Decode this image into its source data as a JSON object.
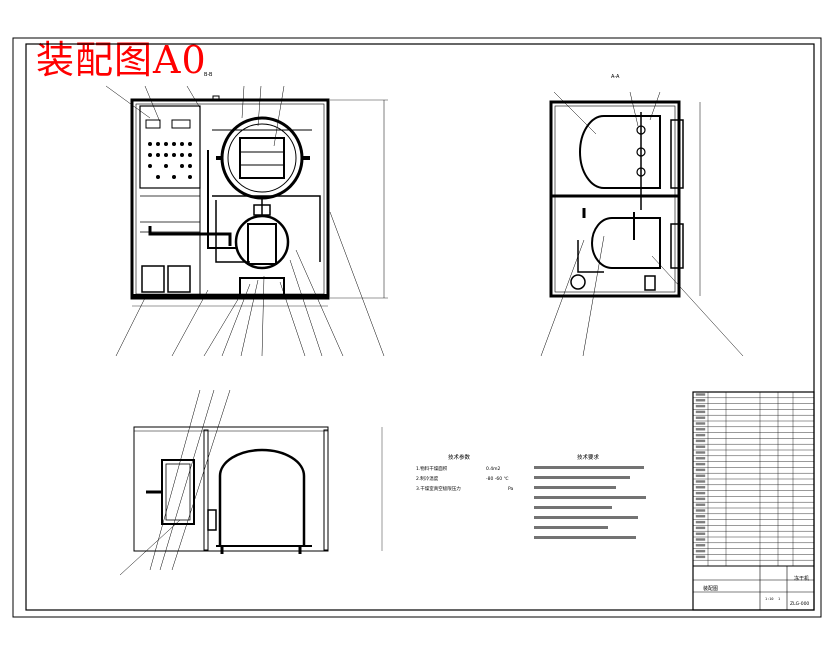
{
  "stamp": "装配图A0",
  "view_labels": {
    "front_section": "B-B",
    "side_section": "A-A"
  },
  "notes": {
    "params_title": "技术参数",
    "requirements_title": "技术要求",
    "params": [
      {
        "label": "1.物料干燥面积",
        "value": "0.4m2"
      },
      {
        "label": "2.制冷温度",
        "value": "-80  -60 ℃"
      },
      {
        "label": "3.干燥室真空极限压力",
        "value": "Pa"
      }
    ]
  },
  "title_block": {
    "drawing_name": "装配图",
    "product_name": "冻干机",
    "drawing_no": "ZLG-000",
    "scale": "1:10",
    "sheet": "1",
    "rows": 30
  },
  "colors": {
    "stamp": "#ff0000",
    "line": "#000000",
    "paper": "#ffffff"
  }
}
